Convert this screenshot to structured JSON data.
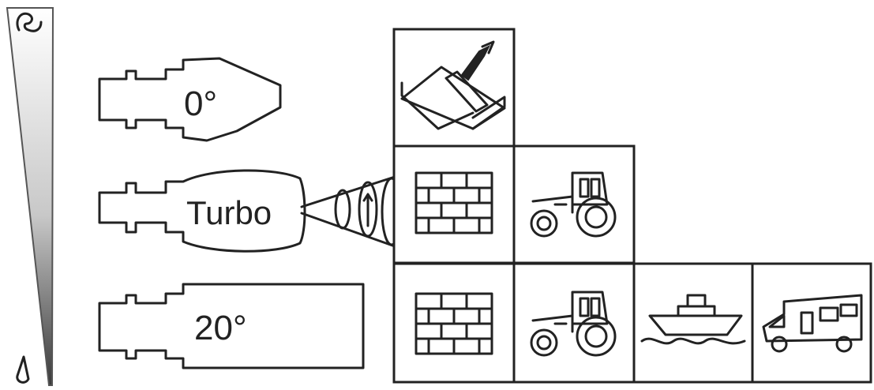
{
  "nozzles": [
    {
      "label": "0°"
    },
    {
      "label": "Turbo"
    },
    {
      "label": "20°"
    }
  ],
  "applications": {
    "row_0_deg": [
      "chisel-on-stone-icon"
    ],
    "row_turbo": [
      "brick-wall-icon",
      "tractor-icon"
    ],
    "row_20_deg": [
      "brick-wall-icon",
      "tractor-icon",
      "boat-icon",
      "camper-van-icon"
    ]
  },
  "colors": {
    "ink": "#222222",
    "background": "#ffffff"
  }
}
